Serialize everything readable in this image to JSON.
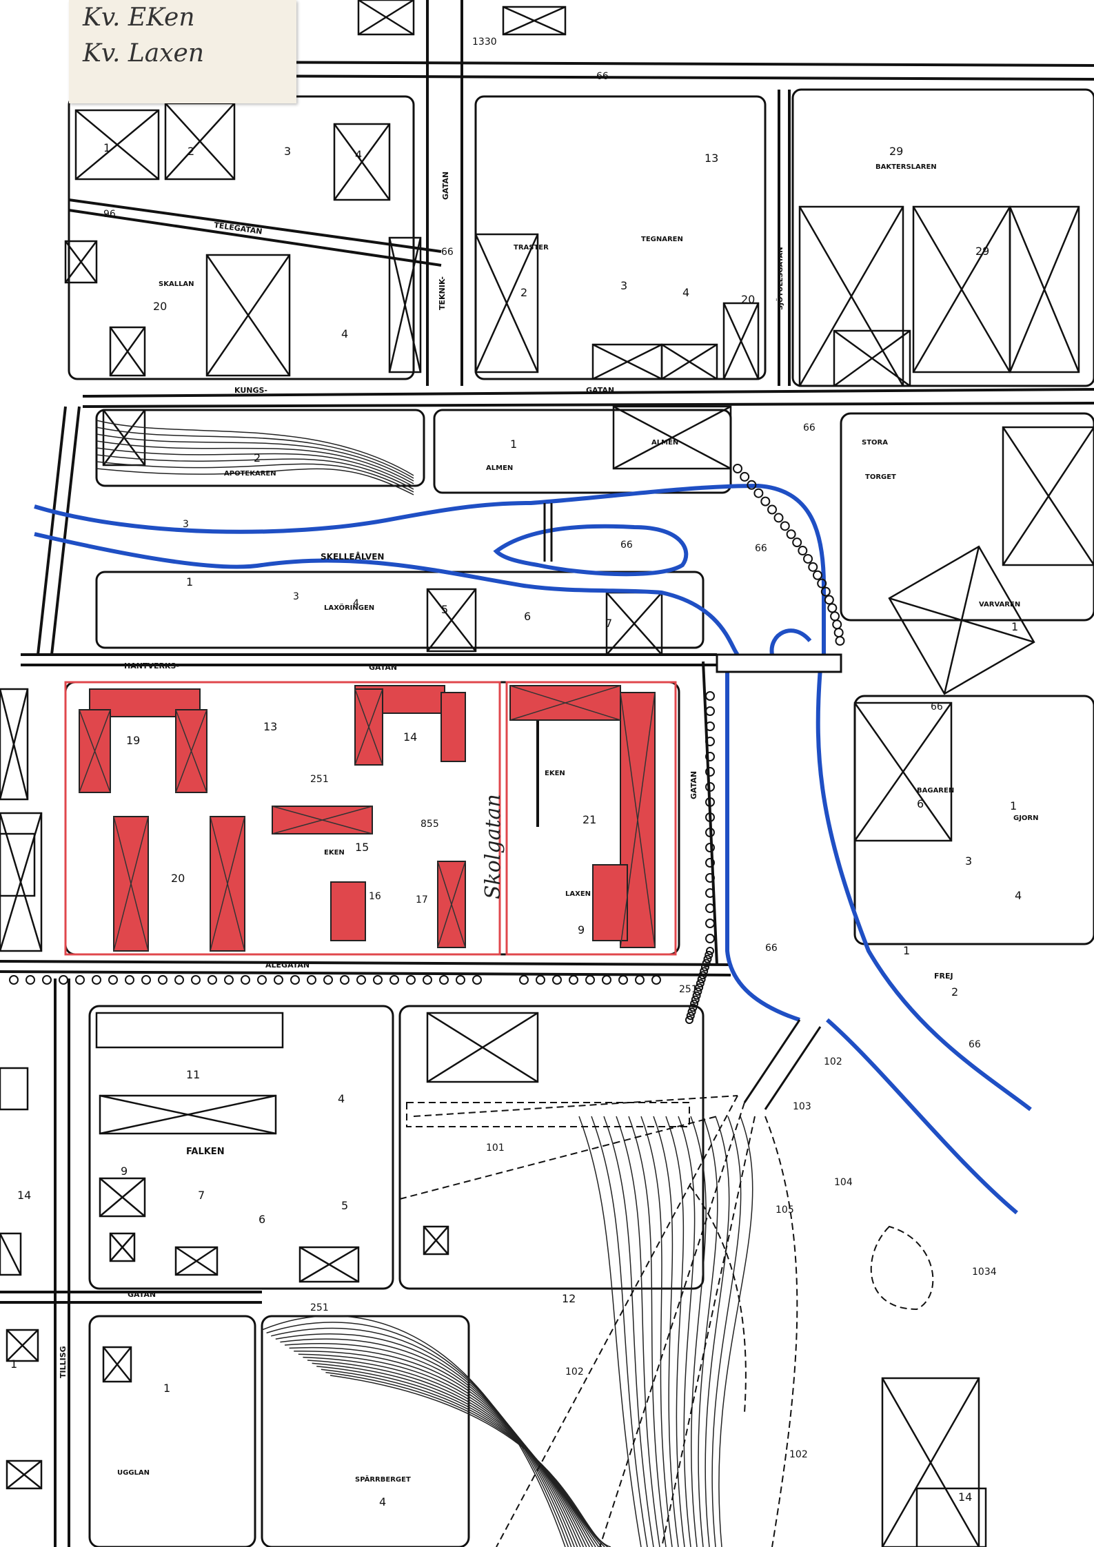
{
  "note": {
    "line1": "Kv. EKen",
    "line2": "Kv. Laxen"
  },
  "streets": {
    "telegatan": "TELEGATAN",
    "kungsgatan_a": "KUNGS-",
    "kungsgatan_b": "GATAN",
    "teknikgatan_a": "TEKNIK-",
    "gatan_vertical": "GATAN",
    "hantverksgatan_a": "HANTVERKS-",
    "hantverksgatan_b": "GATAN",
    "alegatan": "ALEGATAN",
    "sjotullsgatan": "SJÖTULLSGATAN",
    "tullsgatan": "GATAN",
    "skolgatan_hand": "Skolgatan",
    "lower_gatan": "GATAN",
    "tillisg": "TILLISG"
  },
  "areas": {
    "skellealven": "SKELLEÅLVEN",
    "stora_torget_a": "STORA",
    "stora_torget_b": "TORGET",
    "apotekaren": "APOTEKAREN",
    "alden": "ALMEN",
    "alden2": "ALMEN",
    "laxoringen": "LAXÖRINGEN",
    "falken": "FALKEN",
    "eken": "EKEN",
    "laxen": "LAXEN",
    "tegnaren": "TEGNAREN",
    "ugglan": "UGGLAN",
    "sparrberget": "SPÄRRBERGET",
    "bagaren": "BAGAREN",
    "smalan": "SKALLAN",
    "traster": "TRASTER",
    "frej": "FREJ",
    "varvaren": "VARVAREN",
    "bakterslaren": "BAKTERSLAREN",
    "gjorn": "GJORN"
  },
  "parcels": {
    "p66": "66",
    "p251": "251",
    "p855": "855",
    "p101": "101",
    "p102": "102",
    "p103": "103",
    "p104": "104",
    "p105": "105",
    "p96": "96",
    "p29": "29",
    "p19": "19",
    "p20": "20",
    "p21": "21",
    "p13": "13",
    "p14": "14",
    "p15": "15",
    "p16": "16",
    "p17": "17",
    "p9": "9",
    "p11": "11",
    "p1": "1",
    "p2": "2",
    "p3": "3",
    "p4": "4",
    "p5": "5",
    "p6": "6",
    "p7": "7",
    "p1034": "1034",
    "p1330": "1330",
    "p12": "12"
  },
  "colors": {
    "highlight": "#e0474c",
    "river": "#1f4fc4",
    "line": "#111111"
  }
}
